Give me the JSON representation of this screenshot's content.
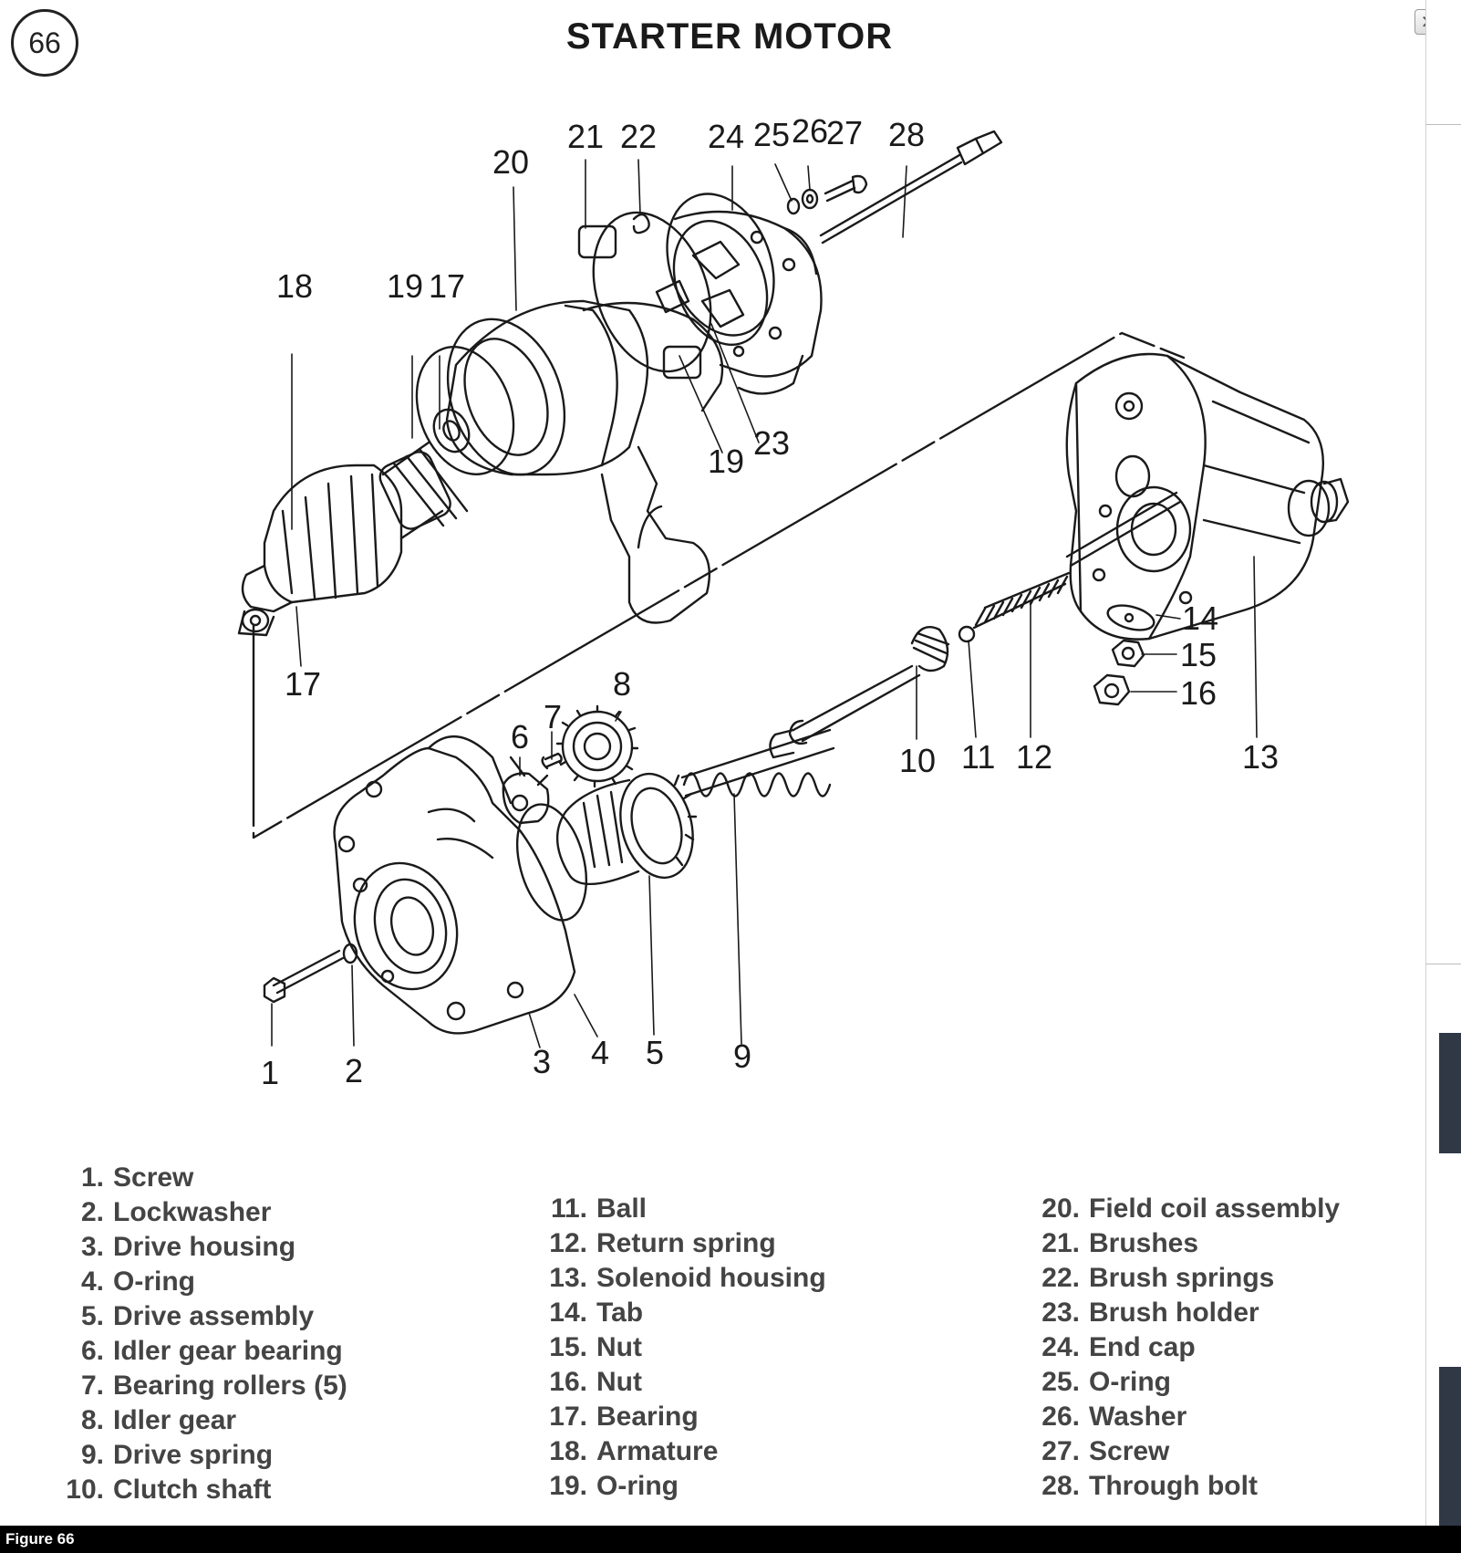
{
  "figure_number": "66",
  "title": "STARTER MOTOR",
  "close_glyph": "✕",
  "callouts": [
    "1",
    "2",
    "3",
    "4",
    "5",
    "6",
    "7",
    "8",
    "9",
    "10",
    "11",
    "12",
    "13",
    "14",
    "15",
    "16",
    "17",
    "17",
    "18",
    "19",
    "19",
    "20",
    "21",
    "22",
    "23",
    "24",
    "25",
    "26",
    "27",
    "28"
  ],
  "legend": {
    "col1": [
      {
        "num": "1.",
        "label": "Screw"
      },
      {
        "num": "2.",
        "label": "Lockwasher"
      },
      {
        "num": "3.",
        "label": "Drive housing"
      },
      {
        "num": "4.",
        "label": "O-ring"
      },
      {
        "num": "5.",
        "label": "Drive assembly"
      },
      {
        "num": "6.",
        "label": "Idler gear bearing"
      },
      {
        "num": "7.",
        "label": "Bearing rollers (5)"
      },
      {
        "num": "8.",
        "label": "Idler gear"
      },
      {
        "num": "9.",
        "label": "Drive spring"
      },
      {
        "num": "10.",
        "label": "Clutch shaft"
      }
    ],
    "col2": [
      {
        "num": "11.",
        "label": "Ball"
      },
      {
        "num": "12.",
        "label": "Return spring"
      },
      {
        "num": "13.",
        "label": "Solenoid housing"
      },
      {
        "num": "14.",
        "label": "Tab"
      },
      {
        "num": "15.",
        "label": "Nut"
      },
      {
        "num": "16.",
        "label": "Nut"
      },
      {
        "num": "17.",
        "label": "Bearing"
      },
      {
        "num": "18.",
        "label": "Armature"
      },
      {
        "num": "19.",
        "label": "O-ring"
      }
    ],
    "col3": [
      {
        "num": "20.",
        "label": "Field coil assembly"
      },
      {
        "num": "21.",
        "label": "Brushes"
      },
      {
        "num": "22.",
        "label": "Brush springs"
      },
      {
        "num": "23.",
        "label": "Brush holder"
      },
      {
        "num": "24.",
        "label": "End cap"
      },
      {
        "num": "25.",
        "label": "O-ring"
      },
      {
        "num": "26.",
        "label": "Washer"
      },
      {
        "num": "27.",
        "label": "Screw"
      },
      {
        "num": "28.",
        "label": "Through bolt"
      }
    ]
  },
  "caption": "Figure 66"
}
